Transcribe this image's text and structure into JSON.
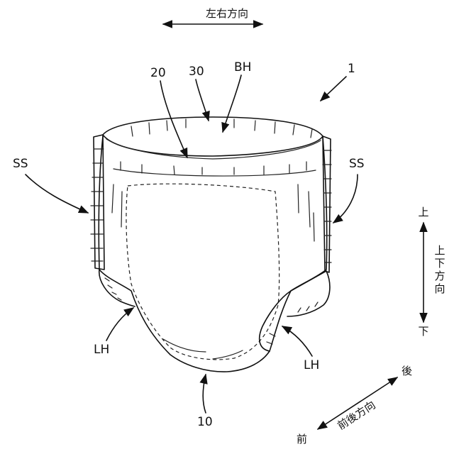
{
  "labels": {
    "left_right_direction": "左右方向",
    "up_down_direction": [
      "上",
      "下",
      "方",
      "向"
    ],
    "up": "上",
    "down": "下",
    "front_back_direction": "前後方向",
    "front": "前",
    "back": "後",
    "ref_1": "1",
    "ref_20": "20",
    "ref_30": "30",
    "ref_bh": "BH",
    "ref_ss_left": "SS",
    "ref_ss_right": "SS",
    "ref_lh_left": "LH",
    "ref_lh_right": "LH",
    "ref_10": "10"
  }
}
